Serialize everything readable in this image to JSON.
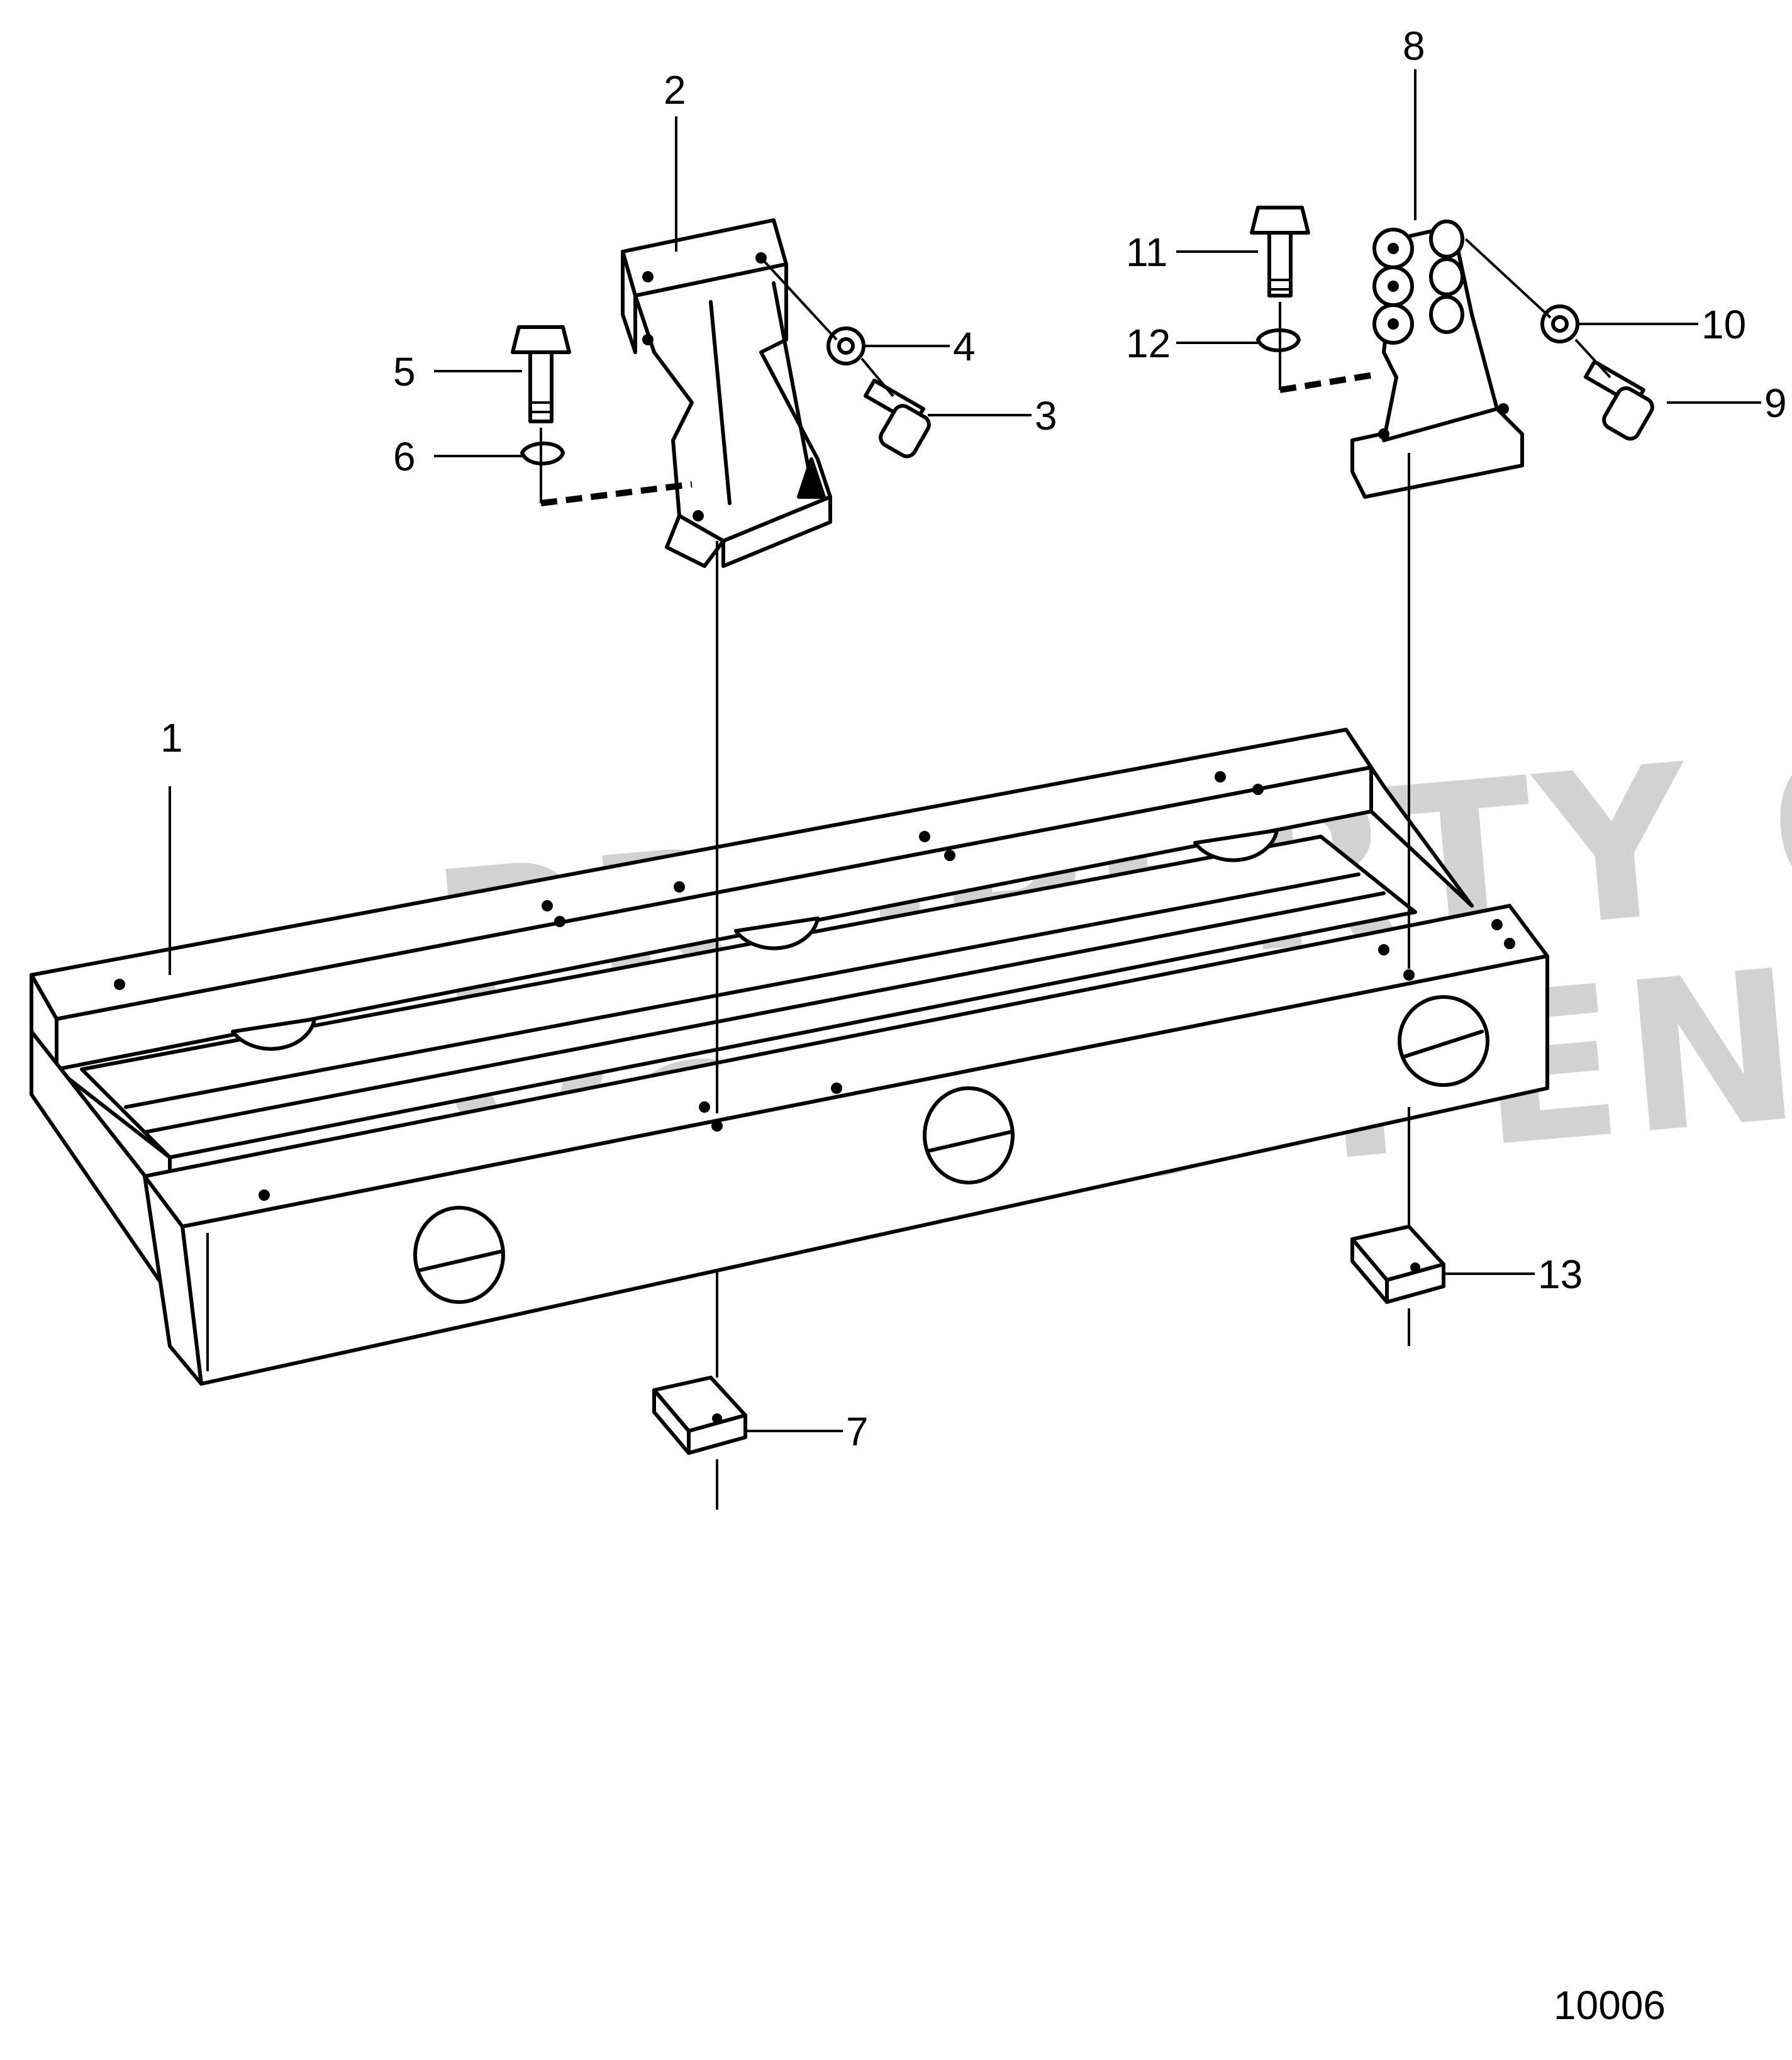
{
  "callouts": {
    "c1": "1",
    "c2": "2",
    "c3": "3",
    "c4": "4",
    "c5": "5",
    "c6": "6",
    "c7": "7",
    "c8": "8",
    "c9": "9",
    "c10": "10",
    "c11": "11",
    "c12": "12",
    "c13": "13"
  },
  "watermark": {
    "line1": "PROPERTY OF",
    "line2": "VOLVO PENTA"
  },
  "drawing_number": "10006"
}
